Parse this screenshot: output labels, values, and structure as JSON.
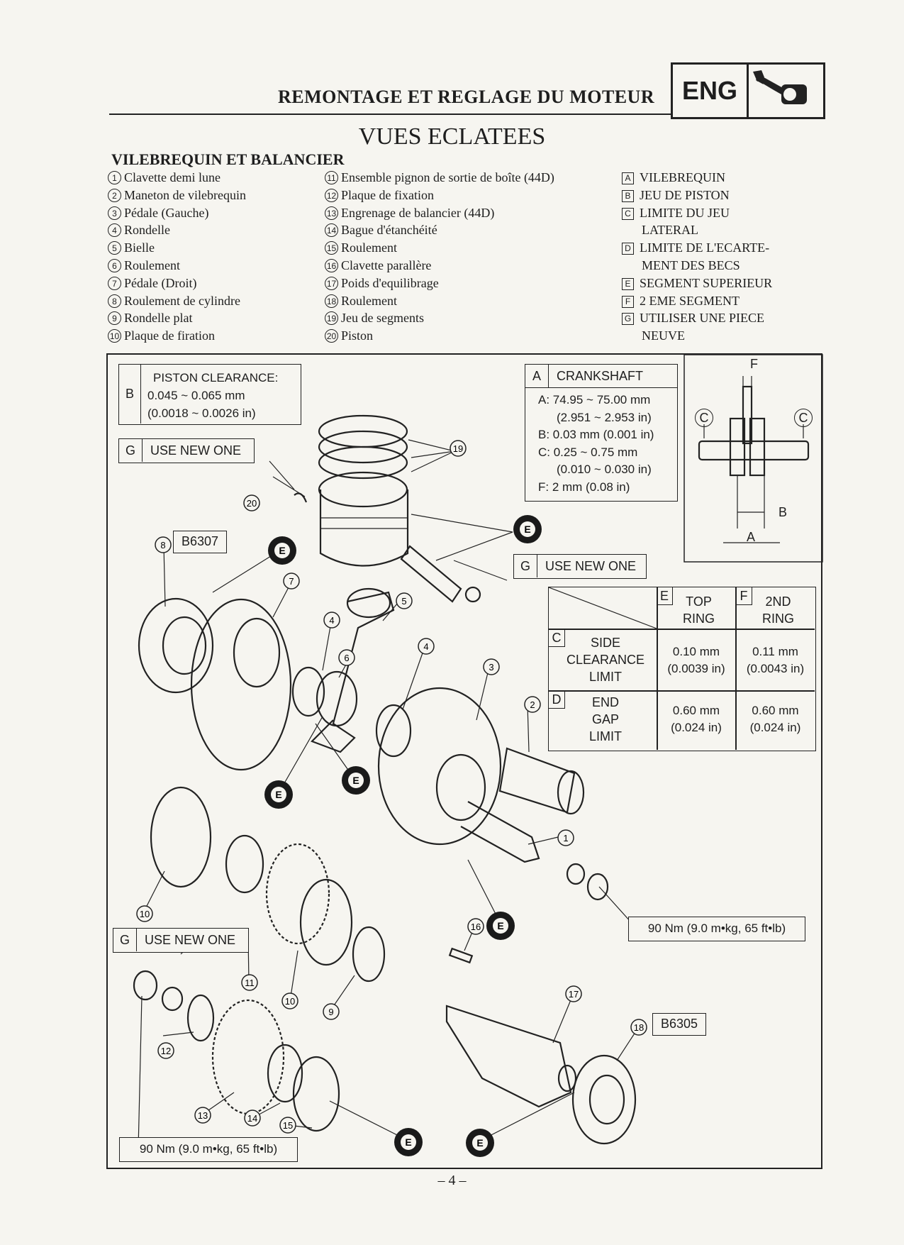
{
  "header": {
    "title": "REMONTAGE ET REGLAGE DU MOTEUR",
    "badge": "ENG"
  },
  "main_title": "VUES ECLATEES",
  "subtitle": "VILEBREQUIN ET BALANCIER",
  "parts_col1": [
    {
      "num": "1",
      "label": "Clavette demi lune"
    },
    {
      "num": "2",
      "label": "Maneton de vilebrequin"
    },
    {
      "num": "3",
      "label": "Pédale (Gauche)"
    },
    {
      "num": "4",
      "label": "Rondelle"
    },
    {
      "num": "5",
      "label": "Bielle"
    },
    {
      "num": "6",
      "label": "Roulement"
    },
    {
      "num": "7",
      "label": "Pédale (Droit)"
    },
    {
      "num": "8",
      "label": "Roulement de cylindre"
    },
    {
      "num": "9",
      "label": "Rondelle plat"
    },
    {
      "num": "10",
      "label": "Plaque de firation"
    }
  ],
  "parts_col2": [
    {
      "num": "11",
      "label": "Ensemble pignon de sortie de boîte (44D)"
    },
    {
      "num": "12",
      "label": "Plaque de fixation"
    },
    {
      "num": "13",
      "label": "Engrenage de balancier (44D)"
    },
    {
      "num": "14",
      "label": "Bague d'étanchéité"
    },
    {
      "num": "15",
      "label": "Roulement"
    },
    {
      "num": "16",
      "label": "Clavette parallère"
    },
    {
      "num": "17",
      "label": "Poids d'equilibrage"
    },
    {
      "num": "18",
      "label": "Roulement"
    },
    {
      "num": "19",
      "label": "Jeu de segments"
    },
    {
      "num": "20",
      "label": "Piston"
    }
  ],
  "notes_col3": [
    {
      "key": "A",
      "lines": [
        "VILEBREQUIN"
      ]
    },
    {
      "key": "B",
      "lines": [
        "JEU DE PISTON"
      ]
    },
    {
      "key": "C",
      "lines": [
        "LIMITE DU JEU",
        "LATERAL"
      ]
    },
    {
      "key": "D",
      "lines": [
        "LIMITE DE L'ECARTE-",
        "MENT DES BECS"
      ]
    },
    {
      "key": "E",
      "lines": [
        "SEGMENT SUPERIEUR"
      ]
    },
    {
      "key": "F",
      "lines": [
        "2 EME SEGMENT"
      ]
    },
    {
      "key": "G",
      "lines": [
        "UTILISER UNE PIECE",
        "NEUVE"
      ]
    }
  ],
  "diagram": {
    "piston_clearance": {
      "key": "B",
      "title": "PISTON CLEARANCE:",
      "line1": "0.045 ~ 0.065 mm",
      "line2": "(0.0018 ~ 0.0026 in)"
    },
    "crankshaft": {
      "key": "A",
      "title": "CRANKSHAFT",
      "lines": [
        "A: 74.95 ~ 75.00 mm",
        "(2.951 ~ 2.953 in)",
        "B: 0.03 mm (0.001 in)",
        "C: 0.25 ~ 0.75 mm",
        "(0.010 ~ 0.030 in)",
        "F: 2 mm (0.08 in)"
      ]
    },
    "use_new": {
      "key": "G",
      "text": "USE NEW ONE"
    },
    "bearing_codes": [
      "B6307",
      "B6305"
    ],
    "torque": "90 Nm (9.0 m•kg, 65 ft•lb)",
    "oil_mark": "E",
    "inset_labels": [
      "F",
      "C",
      "C",
      "B",
      "A"
    ],
    "ring_table": {
      "col_headers": [
        {
          "key": "E",
          "lines": [
            "TOP",
            "RING"
          ]
        },
        {
          "key": "F",
          "lines": [
            "2ND",
            "RING"
          ]
        }
      ],
      "rows": [
        {
          "key": "C",
          "lines": [
            "SIDE",
            "CLEARANCE",
            "LIMIT"
          ],
          "top": [
            "0.10 mm",
            "(0.0039 in)"
          ],
          "second": [
            "0.11 mm",
            "(0.0043 in)"
          ]
        },
        {
          "key": "D",
          "lines": [
            "END",
            "GAP",
            "LIMIT"
          ],
          "top": [
            "0.60 mm",
            "(0.024 in)"
          ],
          "second": [
            "0.60 mm",
            "(0.024 in)"
          ]
        }
      ]
    },
    "callouts": [
      "1",
      "2",
      "3",
      "4",
      "4",
      "5",
      "6",
      "7",
      "8",
      "9",
      "10",
      "10",
      "11",
      "12",
      "13",
      "14",
      "15",
      "16",
      "17",
      "18",
      "19",
      "20"
    ]
  },
  "page_number": "– 4 –"
}
